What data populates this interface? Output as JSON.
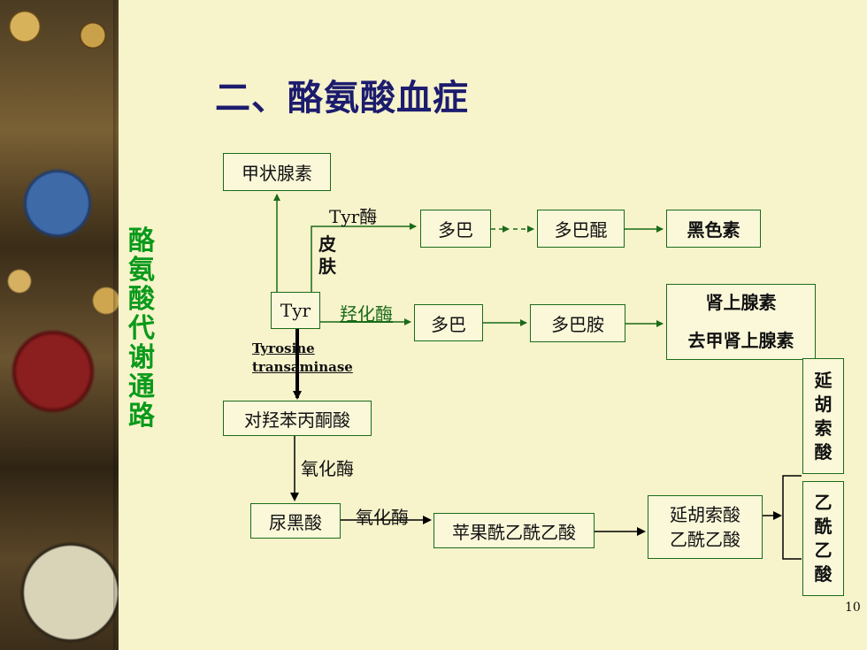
{
  "slide": {
    "title": "二、酪氨酸血症",
    "side_title": "酪氨酸代谢通路",
    "page_number": "10"
  },
  "nodes": {
    "thyroxine": "甲状腺素",
    "tyr": "Tyr",
    "dopa_skin": "多巴",
    "dopaquinone": "多巴醌",
    "melanin": "黑色素",
    "dopa_hydroxylase": "多巴",
    "dopamine": "多巴胺",
    "epinephrine": "肾上腺素",
    "norepinephrine": "去甲肾上腺素",
    "hpp": "对羟苯丙酮酸",
    "homogentisate": "尿黑酸",
    "maleylacetoacetate": "苹果酰乙酰乙酸",
    "fumarylacetoacetate_line1": "延胡索酸",
    "fumarylacetoacetate_line2": "乙酰乙酸",
    "fumarate_v": [
      "延",
      "胡",
      "索",
      "酸"
    ],
    "acetoacetate_v": [
      "乙",
      "酰",
      "乙",
      "酸"
    ]
  },
  "labels": {
    "tyr_enzyme": "Tyr酶",
    "skin": [
      "皮",
      "肤"
    ],
    "hydroxylase": "羟化酶",
    "transaminase_line1": "Tyrosine",
    "transaminase_line2": "transaminase",
    "oxidase_1": "氧化酶",
    "oxidase_2": "氧化酶"
  },
  "colors": {
    "title": "#1c1c6e",
    "accent_green": "#0a9a1a",
    "box_border": "#1a6b1a",
    "arrow": "#1a6b1a",
    "background": "#f7f3cb"
  }
}
